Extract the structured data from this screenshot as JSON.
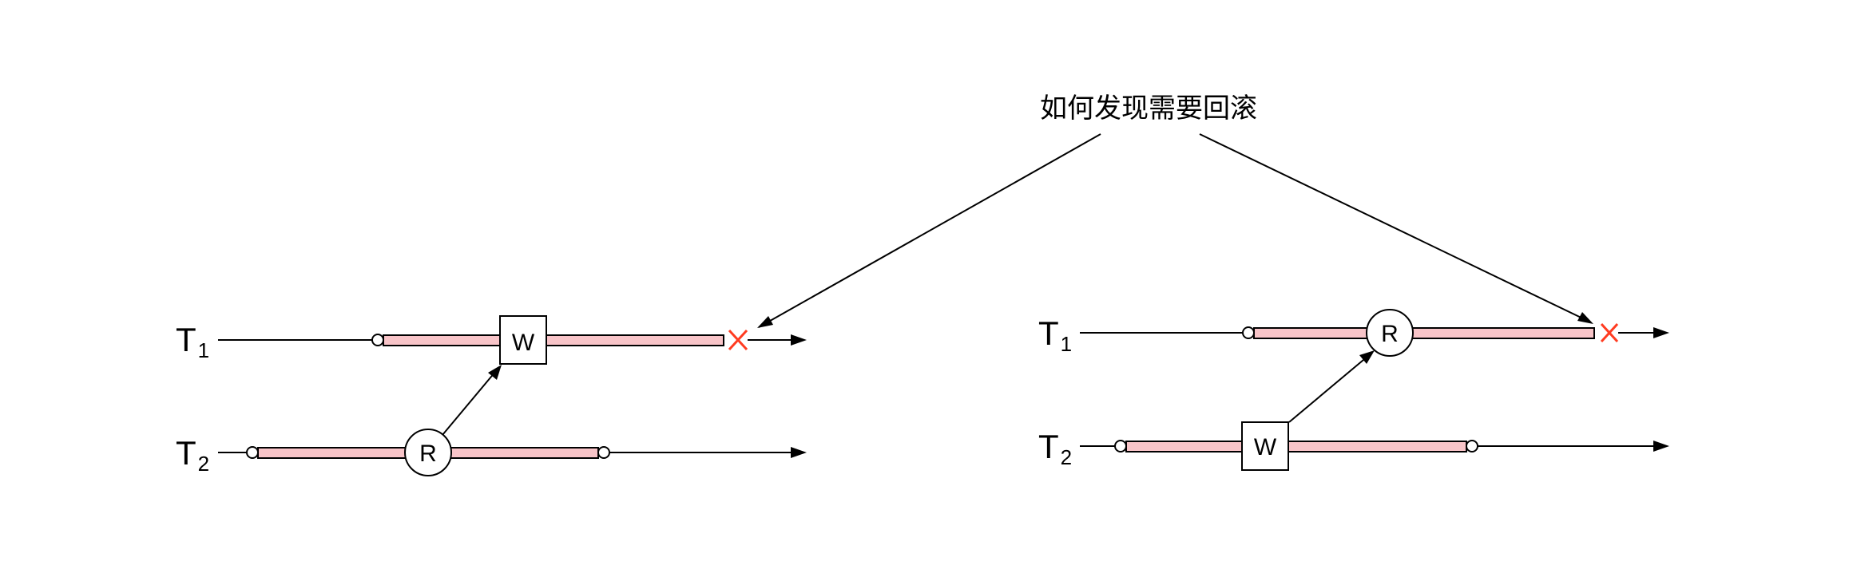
{
  "caption": "如何发现需要回滚",
  "colors": {
    "transaction_bar_fill": "#f8c4c8",
    "abort_mark": "#ff3b20",
    "line": "#000000"
  },
  "left_scenario": {
    "t1": {
      "letter": "T",
      "sub": "1",
      "op_label": "W",
      "op_shape": "square",
      "aborted": true
    },
    "t2": {
      "letter": "T",
      "sub": "2",
      "op_label": "R",
      "op_shape": "circle",
      "aborted": false
    }
  },
  "right_scenario": {
    "t1": {
      "letter": "T",
      "sub": "1",
      "op_label": "R",
      "op_shape": "circle",
      "aborted": true
    },
    "t2": {
      "letter": "T",
      "sub": "2",
      "op_label": "W",
      "op_shape": "square",
      "aborted": false
    }
  }
}
